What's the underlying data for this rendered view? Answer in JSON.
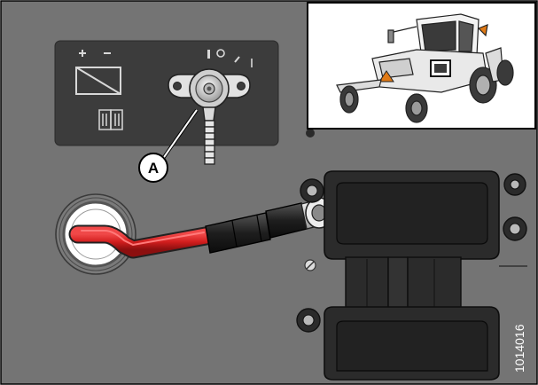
{
  "figure": {
    "callout_letter": "A",
    "figure_id": "1014016",
    "switch_labels": {
      "off": "O",
      "on": "I"
    },
    "battery_signs": {
      "plus": "+",
      "minus": "−"
    }
  },
  "colors": {
    "panel_bg": "#747474",
    "plate": "#3c3c3c",
    "cable_red": "#d21e1e",
    "frame_dark": "#2b2b2b",
    "border": "#000000"
  },
  "icons": {
    "battery": "battery-warning-icon",
    "book": "manual-book-icon",
    "switch": "battery-disconnect-switch",
    "inset": "machine-location-inset"
  }
}
